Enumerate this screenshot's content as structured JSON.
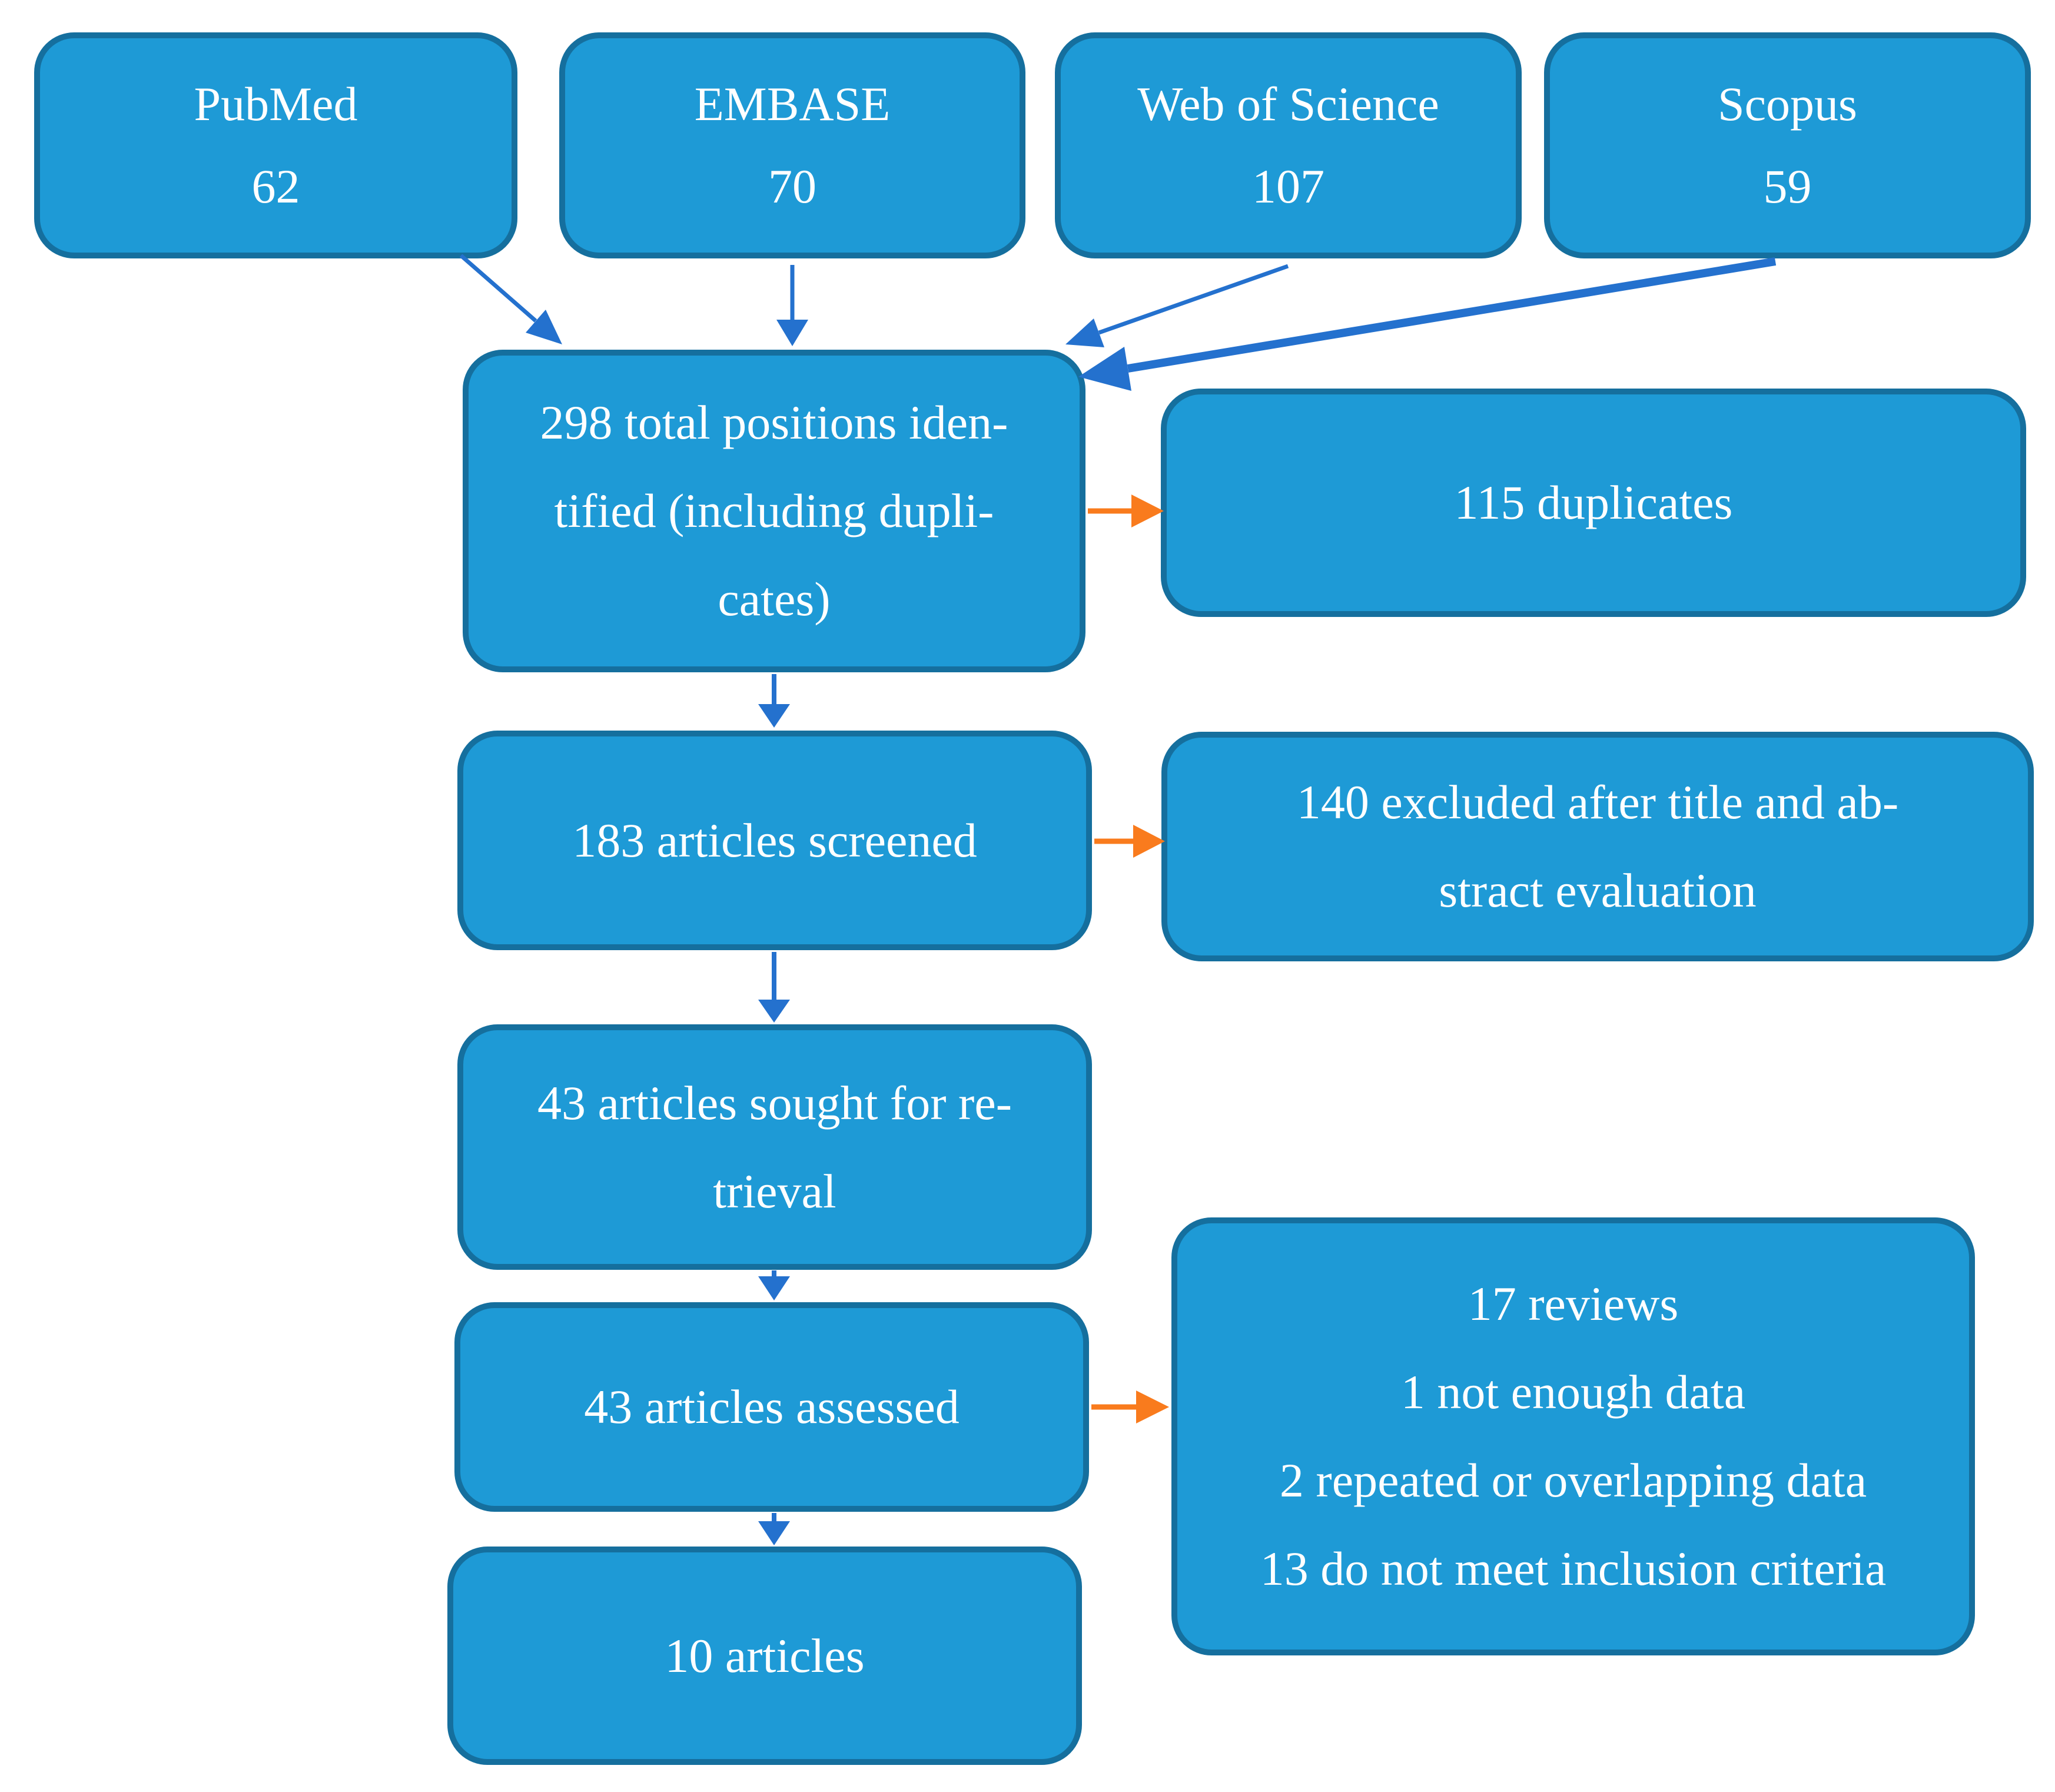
{
  "diagram": {
    "boxes": {
      "pubmed": {
        "lines": [
          "PubMed",
          "62"
        ]
      },
      "embase": {
        "lines": [
          "EMBASE",
          "70"
        ]
      },
      "web_of_science": {
        "lines": [
          "Web of Science",
          "107"
        ]
      },
      "scopus": {
        "lines": [
          "Scopus",
          "59"
        ]
      },
      "identified": {
        "lines": [
          "298 total positions iden-",
          "tified (including dupli-",
          "cates)"
        ]
      },
      "duplicates": {
        "lines": [
          "115 duplicates"
        ]
      },
      "screened": {
        "lines": [
          "183 articles screened"
        ]
      },
      "excluded": {
        "lines": [
          "140 excluded after title and ab-",
          "stract evaluation"
        ]
      },
      "sought": {
        "lines": [
          "43 articles sought for re-",
          "trieval"
        ]
      },
      "assessed": {
        "lines": [
          "43 articles assessed"
        ]
      },
      "exclusion_reasons": {
        "lines": [
          "17 reviews",
          "1 not enough data",
          "2 repeated or overlapping data",
          "13 do not meet inclusion criteria"
        ]
      },
      "included": {
        "lines": [
          "10 articles"
        ]
      }
    },
    "colors": {
      "box_fill": "#1E9AD6",
      "box_border": "#156F9E",
      "flow_arrow": "#2471CE",
      "exclusion_arrow": "#F97B1D",
      "text": "#FFFFFF",
      "background": "#FFFFFF"
    }
  }
}
